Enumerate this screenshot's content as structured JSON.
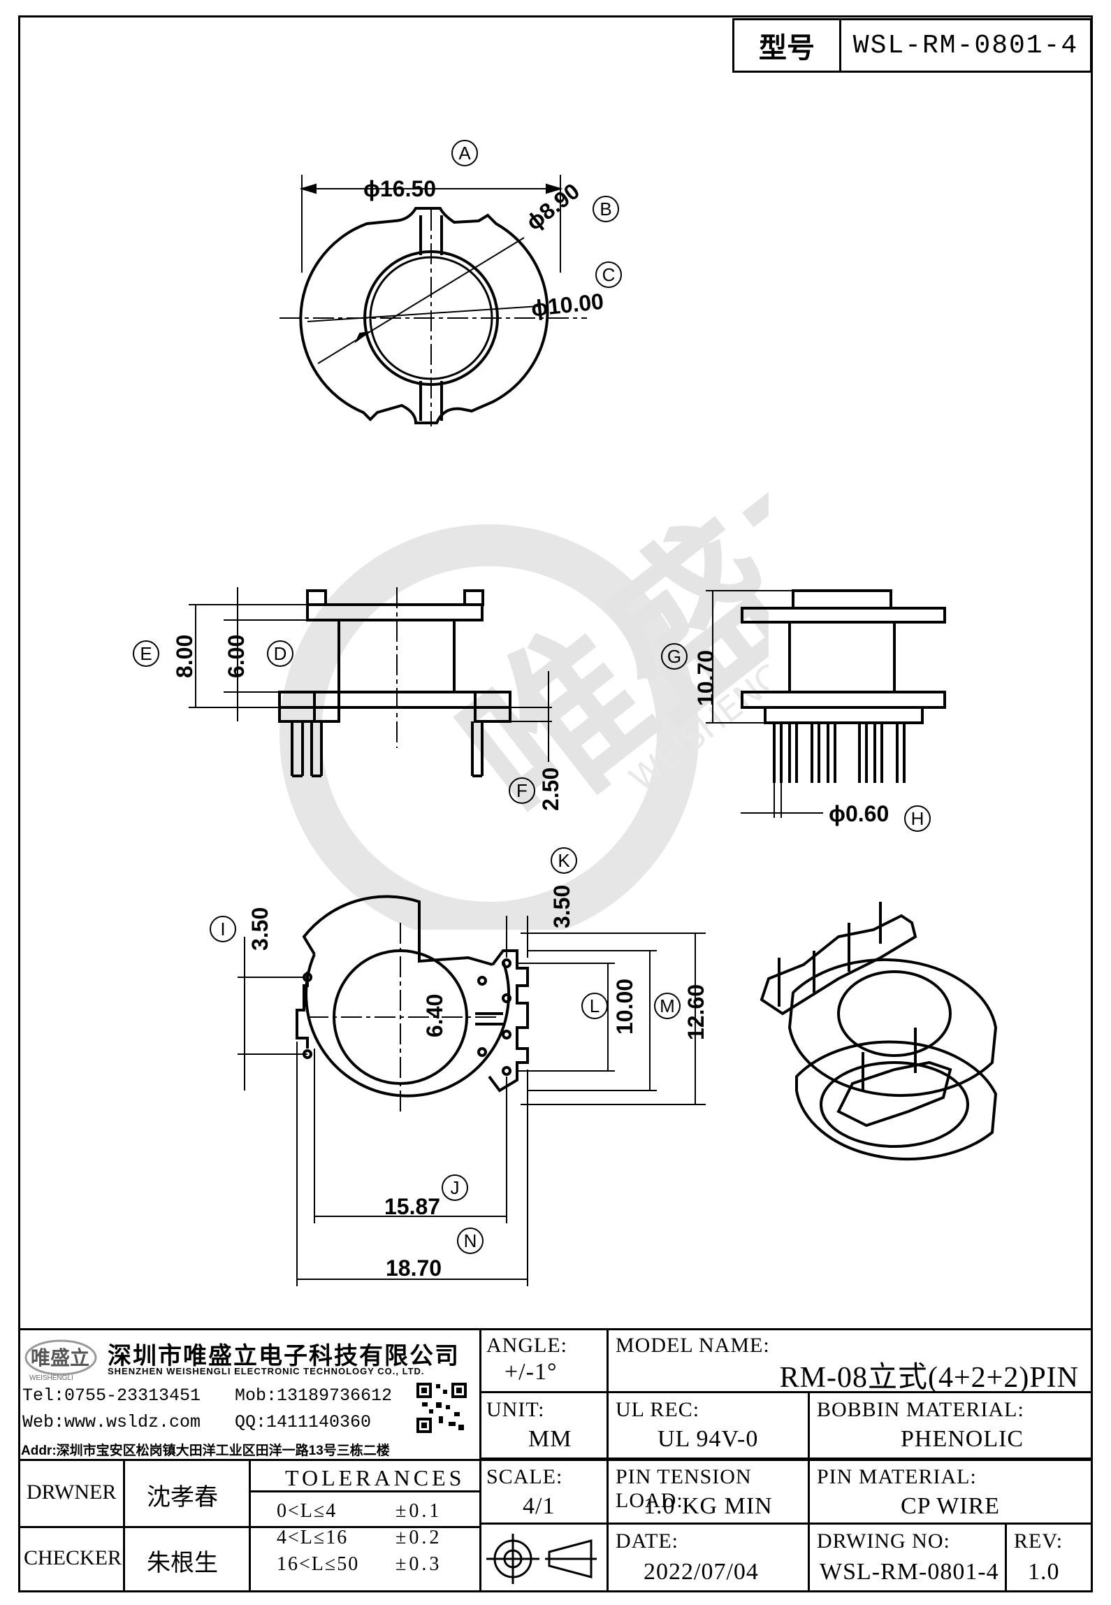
{
  "header": {
    "type_label": "型号",
    "model_no": "WSL-RM-0801-4"
  },
  "top_view": {
    "ref_a": "A",
    "ref_b": "B",
    "ref_c": "C",
    "dim_outer": "ϕ16.50",
    "dim_inner": "ϕ8.90",
    "dim_mid": "ϕ10.00"
  },
  "side_view": {
    "ref_e": "E",
    "ref_d": "D",
    "ref_f": "F",
    "dim_e": "8.00",
    "dim_d": "6.00",
    "dim_f": "2.50"
  },
  "front_view": {
    "ref_g": "G",
    "ref_h": "H",
    "dim_g": "10.70",
    "dim_h": "ϕ0.60"
  },
  "bottom_view": {
    "ref_i": "I",
    "ref_k": "K",
    "ref_l": "L",
    "ref_m": "M",
    "ref_j": "J",
    "ref_n": "N",
    "dim_i": "3.50",
    "dim_k": "3.50",
    "dim_core": "6.40",
    "dim_l": "10.00",
    "dim_m": "12.60",
    "dim_j": "15.87",
    "dim_n": "18.70"
  },
  "watermark": {
    "brand": "唯盛立",
    "sub": "WEISHENGLI"
  },
  "company": {
    "logo_text": "唯盛立",
    "logo_sub": "WEISHENGLI",
    "name_cn": "深圳市唯盛立电子科技有限公司",
    "name_en": "SHENZHEN WEISHENGLI ELECTRONIC TECHNOLOGY CO., LTD.",
    "tel": "Tel:0755-23313451",
    "mob": "Mob:13189736612",
    "web": "Web:www.wsldz.com",
    "qq": "QQ:1411140360",
    "addr": "Addr:深圳市宝安区松岗镇大田洋工业区田洋一路13号三栋二楼"
  },
  "people": {
    "drawer_label": "DRWNER",
    "drawer_name": "沈孝春",
    "checker_label": "CHECKER",
    "checker_name": "朱根生"
  },
  "tolerances": {
    "title": "TOLERANCES",
    "rows": [
      {
        "range": "0<L≤4",
        "tol": "±0.1"
      },
      {
        "range": "4<L≤16",
        "tol": "±0.2"
      },
      {
        "range": "16<L≤50",
        "tol": "±0.3"
      }
    ]
  },
  "fields": {
    "angle_label": "ANGLE:",
    "angle_value": "+/-1°",
    "unit_label": "UNIT:",
    "unit_value": "MM",
    "scale_label": "SCALE:",
    "scale_value": "4/1",
    "model_name_label": "MODEL NAME:",
    "model_name_value": "RM-08立式(4+2+2)PIN",
    "ul_label": "UL REC:",
    "ul_value": "UL 94V-0",
    "bobbin_label": "BOBBIN MATERIAL:",
    "bobbin_value": "PHENOLIC",
    "pin_tension_label": "PIN TENSION LOAD:",
    "pin_tension_value": "1.0 KG MIN",
    "pin_material_label": "PIN MATERIAL:",
    "pin_material_value": "CP WIRE",
    "date_label": "DATE:",
    "date_value": "2022/07/04",
    "drawing_no_label": "DRWING NO:",
    "drawing_no_value": "WSL-RM-0801-4",
    "rev_label": "REV:",
    "rev_value": "1.0"
  }
}
